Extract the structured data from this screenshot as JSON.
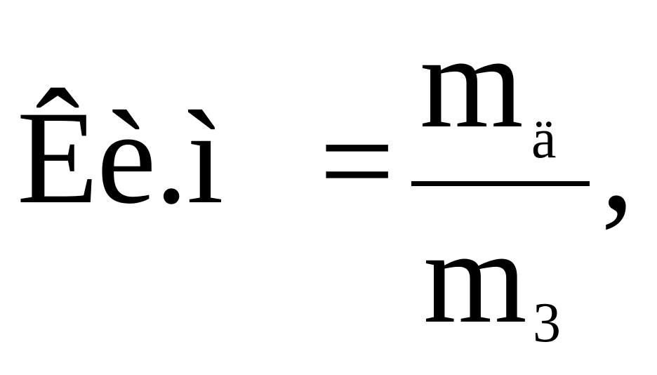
{
  "formula": {
    "lhs": "Êè.ì",
    "equals": "=",
    "numerator": {
      "main": "m",
      "subscript": "ä"
    },
    "denominator": {
      "main": "m",
      "subscript": "3"
    },
    "trailing": ","
  }
}
